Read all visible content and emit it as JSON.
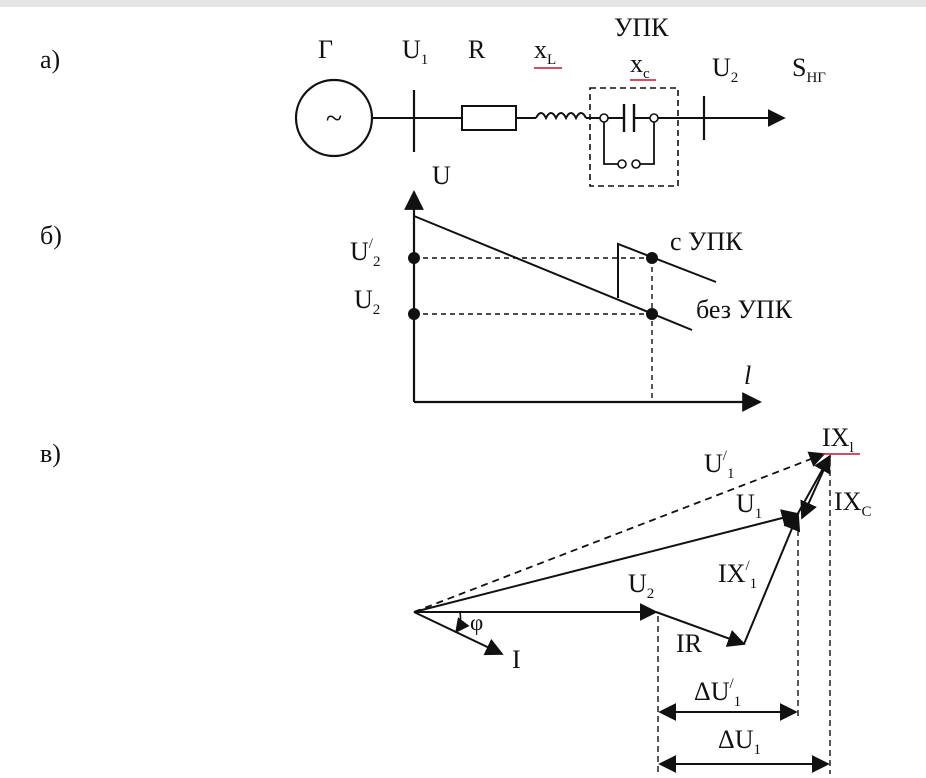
{
  "top_band_color": "#e6e6e6",
  "ink_color": "#111111",
  "underline_color": "#c8102e",
  "part_a": {
    "marker": "а)",
    "generator": {
      "label": "Г",
      "symbol": "~"
    },
    "u1": {
      "main": "U",
      "sub": "1"
    },
    "resistor": "R",
    "inductor": {
      "main": "x",
      "sub": "L"
    },
    "upk": "УПК",
    "capacitor": {
      "main": "x",
      "sub": "c"
    },
    "u2": {
      "main": "U",
      "sub": "2"
    },
    "load": {
      "main": "S",
      "sub": "НГ"
    }
  },
  "part_b": {
    "marker": "б)",
    "y_axis": "U",
    "x_axis": "l",
    "u2_prime": {
      "main": "U",
      "sup": "/",
      "sub": "2"
    },
    "u2": {
      "main": "U",
      "sub": "2"
    },
    "with_upk": "с УПК",
    "without_upk": "без УПК"
  },
  "part_c": {
    "marker": "в)",
    "u1_prime": {
      "main": "U",
      "sup": "/",
      "sub": "1"
    },
    "u1": {
      "main": "U",
      "sub": "1"
    },
    "u2": {
      "main": "U",
      "sub": "2"
    },
    "ix_prime": {
      "main": "IX",
      "sup": "/",
      "sub": "1"
    },
    "ir": "IR",
    "current": "I",
    "phi": "φ",
    "ixl": {
      "main": "IX",
      "sub": "l"
    },
    "ixc": {
      "main": "IX",
      "sub": "C"
    },
    "du1_prime": {
      "main": "ΔU",
      "sup": "/",
      "sub": "1"
    },
    "du1": {
      "main": "ΔU",
      "sub": "1"
    }
  }
}
